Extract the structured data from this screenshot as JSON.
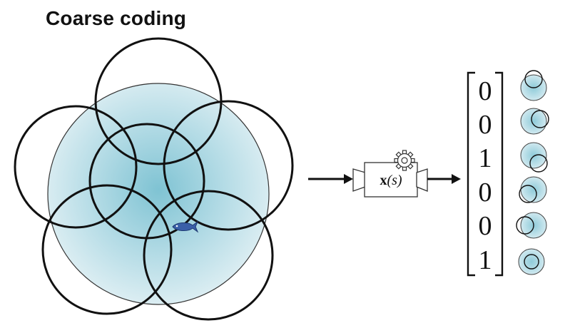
{
  "title": "Coarse coding",
  "function_box": {
    "bold_part": "x",
    "args": "(s)",
    "gear_icon": "gear-icon"
  },
  "feature_vector": [
    0,
    0,
    1,
    0,
    0,
    1
  ],
  "agent_icon": "fish-icon",
  "colors": {
    "state_space_fill": "#b9dde6",
    "circle_stroke": "#111111",
    "fish": "#3a5fa8"
  }
}
